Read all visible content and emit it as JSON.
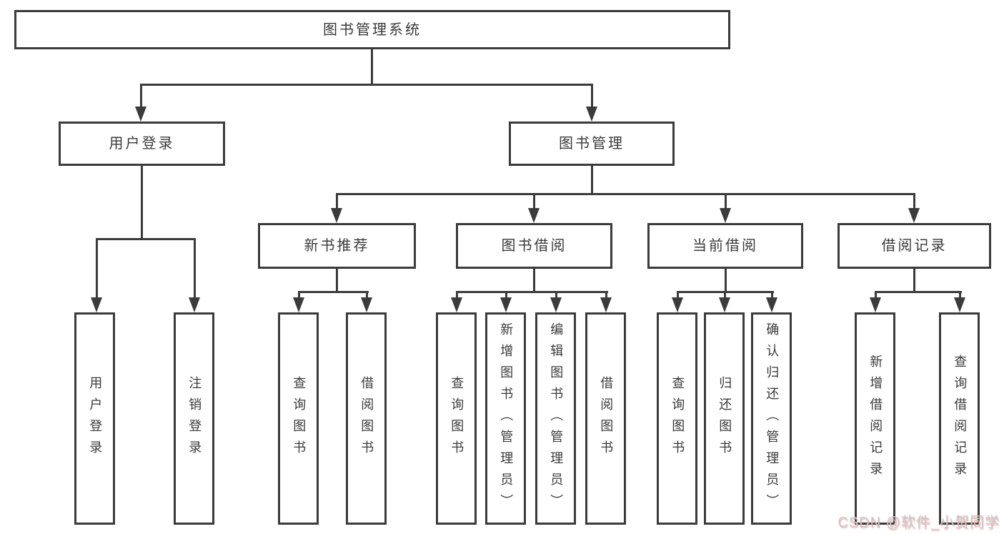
{
  "diagram_type": "hierarchy-tree",
  "colors": {
    "background": "#ffffff",
    "line": "#3b3b3b",
    "box_border": "#3b3b3b",
    "text": "#3a3a3a",
    "watermark_text": "#c9c9c9",
    "watermark_shadow": "#eb8282"
  },
  "tree": {
    "root": {
      "label": "图书管理系统"
    },
    "children": [
      {
        "label": "用户登录",
        "leaves": [
          "用户登录",
          "注销登录"
        ]
      },
      {
        "label": "图书管理",
        "children": [
          {
            "label": "新书推荐",
            "leaves": [
              "查询图书",
              "借阅图书"
            ]
          },
          {
            "label": "图书借阅",
            "leaves": [
              "查询图书",
              "新增图书（管理员）",
              "编辑图书（管理员）",
              "借阅图书"
            ]
          },
          {
            "label": "当前借阅",
            "leaves": [
              "查询图书",
              "归还图书",
              "确认归还（管理员）"
            ]
          },
          {
            "label": "借阅记录",
            "leaves": [
              "新增借阅记录",
              "查询借阅记录"
            ]
          }
        ]
      }
    ]
  },
  "watermark": {
    "text": "CSDN @软件_小贺同学"
  }
}
